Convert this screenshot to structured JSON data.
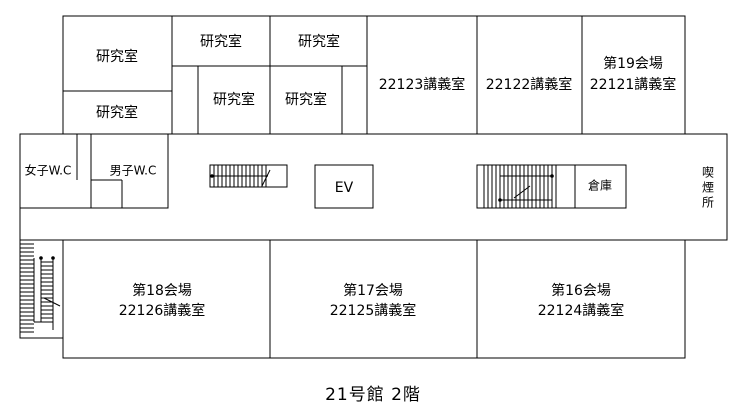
{
  "rooms": {
    "research_1": "研究室",
    "research_2": "研究室",
    "research_3": "研究室",
    "research_4": "研究室",
    "research_5": "研究室",
    "research_6": "研究室",
    "lecture_22123": "22123講義室",
    "lecture_22122": "22122講義室",
    "hall19_title": "第19会場",
    "hall19_room": "22121講義室",
    "toilet_women": "女子W.C",
    "toilet_men": "男子W.C",
    "elevator": "EV",
    "storage": "倉庫",
    "smoking": [
      "喫",
      "煙",
      "所"
    ],
    "hall18_title": "第18会場",
    "hall18_room": "22126講義室",
    "hall17_title": "第17会場",
    "hall17_room": "22125講義室",
    "hall16_title": "第16会場",
    "hall16_room": "22124講義室"
  },
  "caption": "21号館 2階"
}
